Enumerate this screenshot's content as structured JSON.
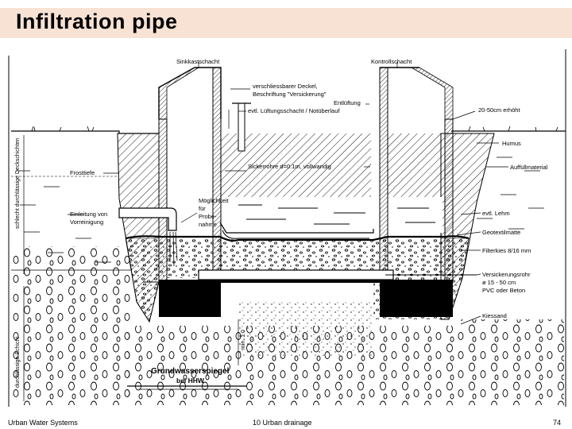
{
  "slide": {
    "title": "Infiltration pipe",
    "footer_left": "Urban Water Systems",
    "footer_center": "10  Urban drainage",
    "page_number": "74"
  },
  "diagram": {
    "labels": {
      "sinkschacht": "Sinkkastschacht",
      "kontrollschacht": "Kontrollschacht",
      "deckel": "verschliessbarer Deckel,",
      "beschriftung": "Beschriftung \"Versickerung\"",
      "entlueftung": "Entlüftung",
      "lueftungsschacht": "evtl. Lüftungsschacht / Notüberlauf",
      "erhoeht": "20-50cm erhöht",
      "humus": "Humus",
      "auffuell": "Auffüllmaterial",
      "frosttiefe": "Frosttiefe",
      "sickerrohr": "Sickerrohre d=0.1m, vollwandig",
      "einleitung": "Einleitung von Vorreinigung",
      "moeglichkeit": "Möglichkeit für Probe-nahme",
      "lehm": "evtl. Lehm",
      "geotextil": "Geotextilmatte",
      "filterkies": "Filterkies 8/16 mm",
      "versickerungsrohr": "Versickerungsrohr",
      "durchmesser": "ø 15 - 50 cm",
      "material": "PVC oder Beton",
      "kiessand": "Kiessand",
      "grundwasser": "Grundwasserspiegel",
      "hhw": "bei HHW",
      "schicht_dicht": "schlecht durchlässige Deckschichten",
      "schicht_durch": "durchlässige Schicht",
      "min": "min. 1.0"
    }
  }
}
